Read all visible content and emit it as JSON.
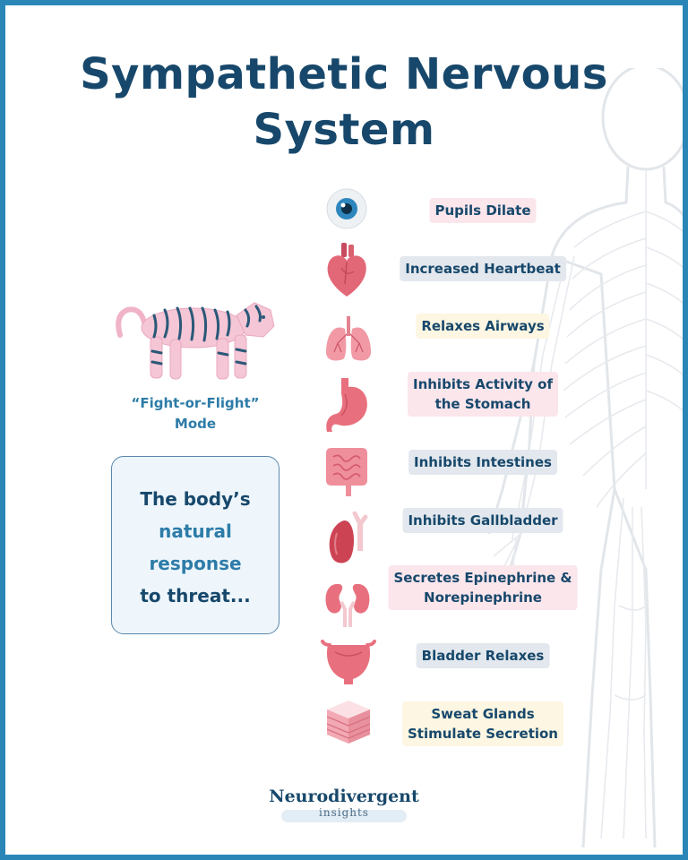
{
  "title": "Sympathetic Nervous System",
  "left_panel": {
    "mode_lines": [
      "“Fight-or-Flight”",
      "Mode"
    ],
    "response_lines": [
      "The body’s",
      "natural",
      "response",
      "to threat..."
    ]
  },
  "effects": [
    {
      "icon": "eye-icon",
      "lines": [
        "Pupils Dilate"
      ],
      "style": "pink"
    },
    {
      "icon": "heart-icon",
      "lines": [
        "Increased Heartbeat"
      ],
      "style": "grey"
    },
    {
      "icon": "lungs-icon",
      "lines": [
        "Relaxes Airways"
      ],
      "style": "cream"
    },
    {
      "icon": "stomach-icon",
      "lines": [
        "Inhibits Activity of",
        "the Stomach"
      ],
      "style": "pink"
    },
    {
      "icon": "intestines-icon",
      "lines": [
        "Inhibits Intestines"
      ],
      "style": "grey"
    },
    {
      "icon": "gallbladder-icon",
      "lines": [
        "Inhibits Gallbladder"
      ],
      "style": "grey"
    },
    {
      "icon": "kidneys-icon",
      "lines": [
        "Secretes Epinephrine &",
        "Norepinephrine"
      ],
      "style": "pink"
    },
    {
      "icon": "bladder-icon",
      "lines": [
        "Bladder Relaxes"
      ],
      "style": "grey"
    },
    {
      "icon": "skin-icon",
      "lines": [
        "Sweat Glands",
        "Stimulate Secretion"
      ],
      "style": "cream"
    }
  ],
  "logo": {
    "main": "Neurodivergent",
    "sub": "insights"
  },
  "colors": {
    "frame": "#2b86b8",
    "title": "#17486b",
    "accent": "#2d7ca8",
    "organ": "#e8707e",
    "pink_label": "#fbe6ec",
    "grey_label": "#e3e8ee",
    "cream_label": "#fcf6e2"
  }
}
